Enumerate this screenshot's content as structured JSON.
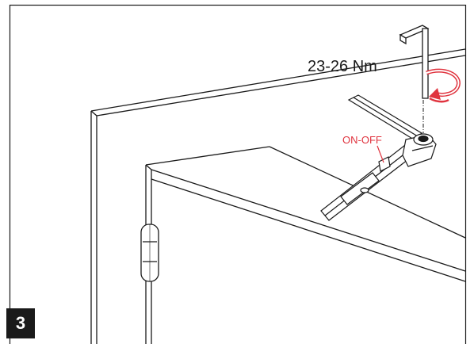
{
  "diagram": {
    "torque_label": "23-26 Nm",
    "switch_label": "ON-OFF",
    "step_number": "3"
  },
  "colors": {
    "line": "#1a1a1a",
    "accent_red": "#e0343f",
    "background": "#ffffff",
    "badge_bg": "#1a1a1a"
  },
  "icons": {
    "rotation_arrow": "curved-arrow-clockwise-icon",
    "tool": "hex-key-icon"
  }
}
